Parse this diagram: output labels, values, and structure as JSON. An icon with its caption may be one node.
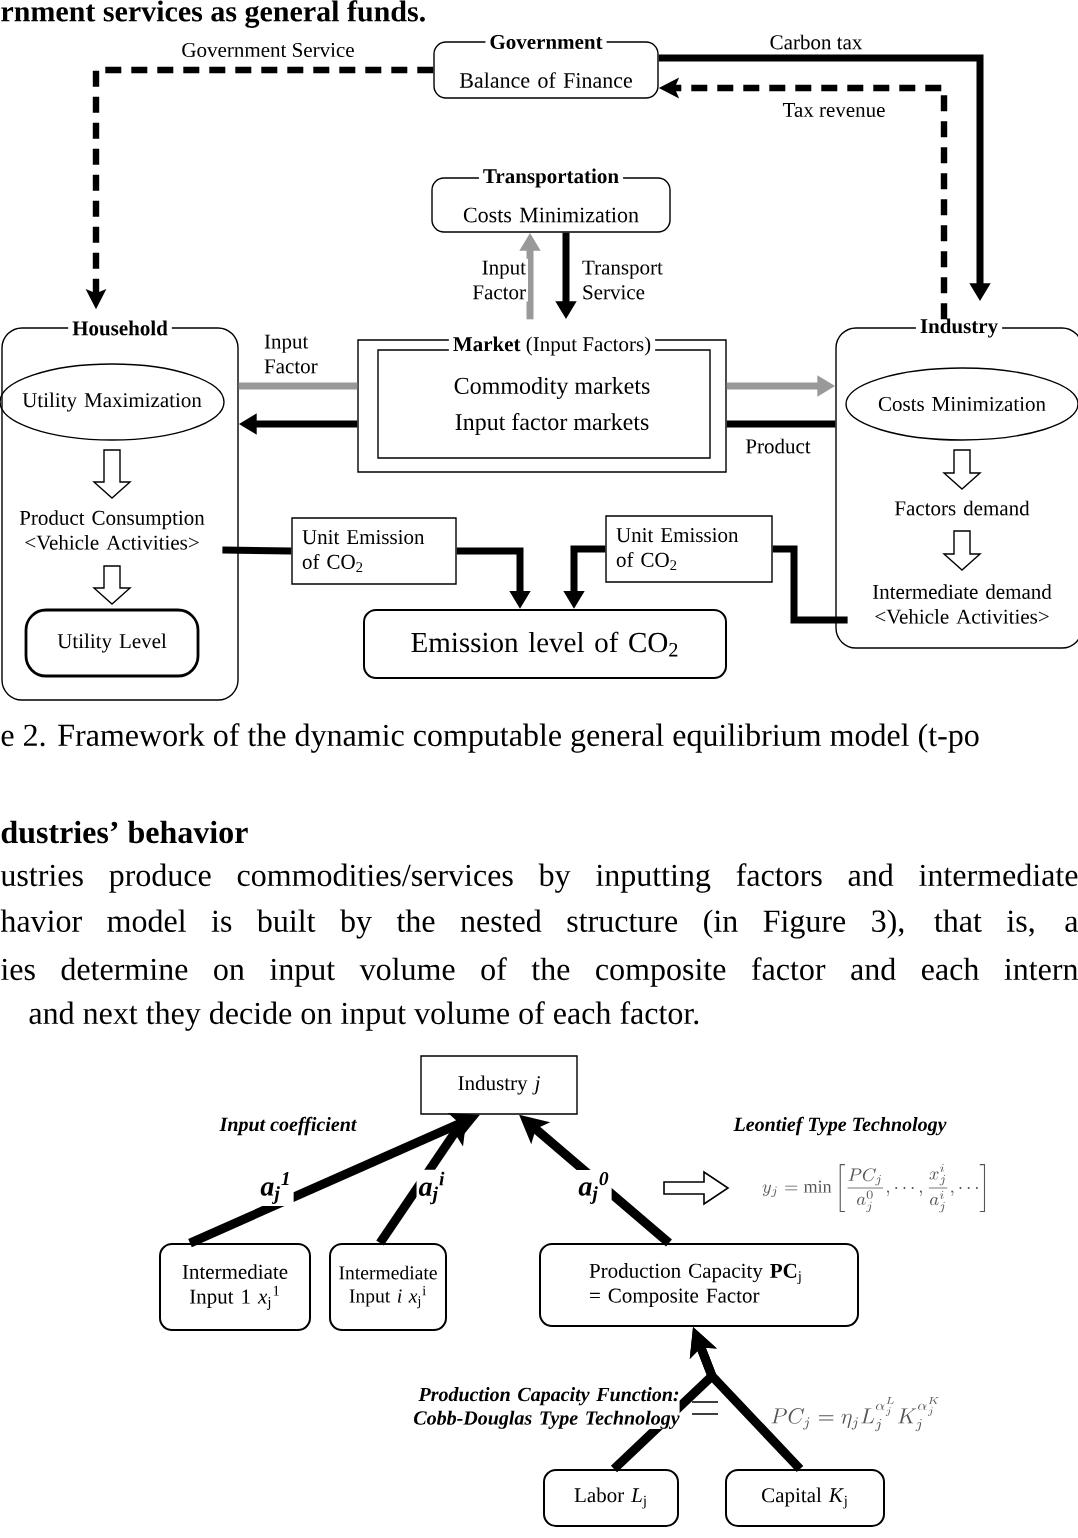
{
  "diagram": {
    "nodes": [
      {
        "text": [
          "Government",
          "Balance of Finance"
        ]
      },
      {
        "text": [
          "Transportation",
          "Costs Minimization"
        ]
      },
      {
        "text": [
          "Household"
        ]
      },
      {
        "text": [
          "Utility Maximization"
        ],
        "in": 2
      },
      {
        "text": [
          "Product Consumption <Vehicle Activities>"
        ],
        "in": 2
      },
      {
        "text": [
          "Utility Level"
        ],
        "in": 2
      },
      {
        "text": [
          "**Market** (Input Factors)",
          "Commodity markets",
          "Input factor markets"
        ]
      },
      {
        "text": [
          "Industry"
        ]
      },
      {
        "text": [
          "Costs Minimization"
        ],
        "in": 7
      },
      {
        "text": [
          "Factors demand"
        ],
        "in": 7
      },
      {
        "text": [
          "Intermediate demand <Vehicle Activities>"
        ],
        "in": 7
      },
      {
        "text": [
          "Unit Emission of CO$_{2}$"
        ]
      },
      {
        "text": [
          "Unit Emission of CO$_{2}$"
        ]
      },
      {
        "text": [
          "Emission level of CO$_{2}$"
        ]
      },
      {
        "text": [
          "Industry *j*"
        ]
      },
      {
        "text": [
          "Intermediate Input 1 *x*$_{j}$$^{1}$"
        ]
      },
      {
        "text": [
          "Intermediate Input *i* *x*$_{j}$$^{i}$"
        ]
      },
      {
        "text": [
          "Production Capacity **PC**$_{j}$ = Composite Factor"
        ]
      },
      {
        "text": [
          "Labor *L*$_{j}$"
        ]
      },
      {
        "text": [
          "Capital *K*$_{j}$"
        ]
      }
    ],
    "edges": [
      {
        "from": 0,
        "to": 2,
        "arrow": "to",
        "label": "Government Service",
        "style": "dashed"
      },
      {
        "from": 0,
        "to": 7,
        "arrow": "to",
        "label": "Carbon tax"
      },
      {
        "from": 7,
        "to": 0,
        "arrow": "to",
        "label": "Tax revenue",
        "style": "dashed"
      },
      {
        "from": 6,
        "to": 1,
        "arrow": "to",
        "label": "Input Factor",
        "color": "#999999"
      },
      {
        "from": 1,
        "to": 6,
        "arrow": "to",
        "label": "Transport Service"
      },
      {
        "from": 2,
        "to": 6,
        "arrow": "none",
        "label": "Input Factor",
        "color": "#999999"
      },
      {
        "from": 6,
        "to": 7,
        "arrow": "to",
        "color": "#999999"
      },
      {
        "from": 7,
        "to": 6,
        "arrow": "none",
        "label": "Product"
      },
      {
        "from": 6,
        "to": 2,
        "arrow": "to"
      },
      {
        "from": 3,
        "to": 4,
        "arrow": "to"
      },
      {
        "from": 4,
        "to": 5,
        "arrow": "to"
      },
      {
        "from": 8,
        "to": 9,
        "arrow": "to"
      },
      {
        "from": 9,
        "to": 10,
        "arrow": "to"
      },
      {
        "from": 4,
        "to": 11,
        "arrow": "none"
      },
      {
        "from": 11,
        "to": 13,
        "arrow": "to"
      },
      {
        "from": 10,
        "to": 12,
        "arrow": "none"
      },
      {
        "from": 12,
        "to": 13,
        "arrow": "to"
      },
      {
        "from": 15,
        "to": 14,
        "arrow": "to",
        "label": "*a*$_{j}$$^{1}$"
      },
      {
        "from": 16,
        "to": 14,
        "arrow": "to",
        "label": "*a*$_{j}$$^{i}$"
      },
      {
        "from": 17,
        "to": 14,
        "arrow": "to",
        "label": "*a*$_{j}$$^{0}$"
      },
      {
        "from": 18,
        "to": 17,
        "arrow": "to"
      },
      {
        "from": 19,
        "to": 17,
        "arrow": "to"
      }
    ],
    "labels": [
      "rnment services as general funds.",
      "e 2. Framework of the dynamic computable general equilibrium model (t-po",
      "dustries’ behavior",
      "ustries produce commodities/services by inputting factors and intermediate",
      "havior model is built by the nested structure (in Figure 3), that is, a",
      "ies determine on input volume of the composite factor and each intern",
      "and next they decide on input volume of each factor.",
      "Input coefficient",
      "Leontief Type Technology",
      "y_{j} = \\min\\left[\\frac{PC_{j}}{a_{j}^{0}},\\cdots,\\frac{x_{j}^{i}}{a_{j}^{i}},\\cdots\\right]",
      "Production Capacity Function: Cobb-Douglas Type Technology",
      "PC_{j} = \\eta_{j} L_{j}^{\\alpha_{j}^{L}} K_{j}^{\\alpha_{j}^{K}}"
    ]
  }
}
